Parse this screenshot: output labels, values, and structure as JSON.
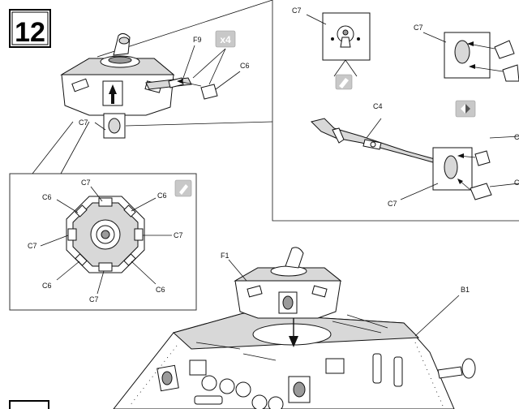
{
  "step": {
    "number": "12"
  },
  "main_assembly": {
    "labels": {
      "f9": "F9",
      "c6": "C6",
      "c7": "C7",
      "multiplier": "x4"
    }
  },
  "top_view": {
    "labels": {
      "c7_top": "C7",
      "c6_top_left": "C6",
      "c6_top_right": "C6",
      "c7_left": "C7",
      "c7_right": "C7",
      "c6_bottom_left": "C6",
      "c6_bottom_right": "C6",
      "c7_bottom": "C7"
    }
  },
  "detail_panel": {
    "labels": {
      "c7_periscope": "C7",
      "c7_cover": "C7"
    }
  },
  "gun_detail": {
    "labels": {
      "c4": "C4",
      "c7_mount": "C7",
      "c6_upper": "C",
      "c6_lower": "C"
    }
  },
  "hull_view": {
    "labels": {
      "f1": "F1",
      "b1": "B1"
    }
  },
  "colors": {
    "icon_fill": "#c8c8c8",
    "line": "#111111",
    "panel_border": "#333333"
  }
}
